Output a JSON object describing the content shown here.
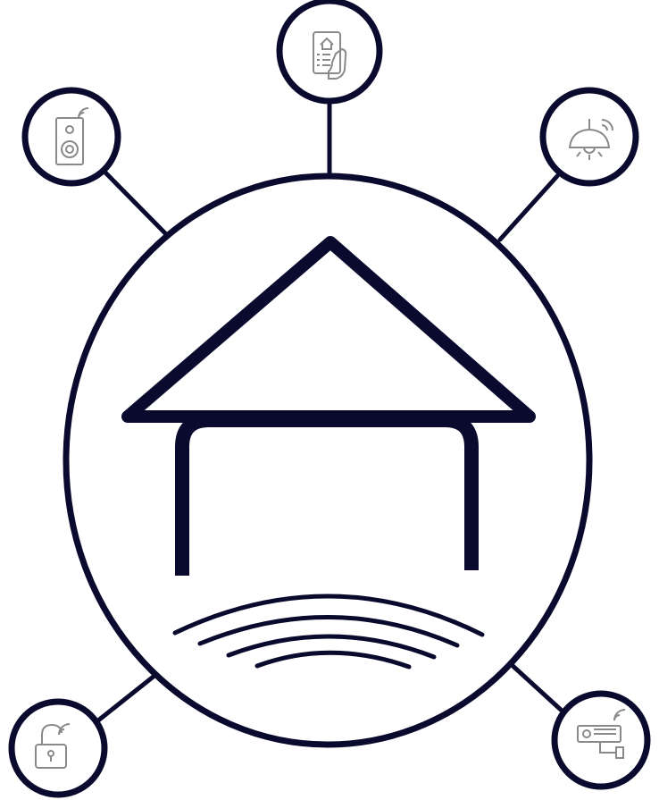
{
  "diagram": {
    "hub": {
      "icon": "house-with-wifi-waves-icon"
    },
    "devices": [
      {
        "id": "smart-speaker",
        "icon": "speaker-wireless-icon"
      },
      {
        "id": "smartphone-remote",
        "icon": "hand-holding-phone-home-app-icon"
      },
      {
        "id": "smart-light",
        "icon": "ceiling-lamp-wireless-icon"
      },
      {
        "id": "smart-lock",
        "icon": "padlock-wireless-icon"
      },
      {
        "id": "security-camera",
        "icon": "cctv-camera-wireless-icon"
      }
    ],
    "colors": {
      "stroke": "#0a0a2e",
      "icon": "#8a8a8a",
      "background": "#ffffff"
    }
  }
}
